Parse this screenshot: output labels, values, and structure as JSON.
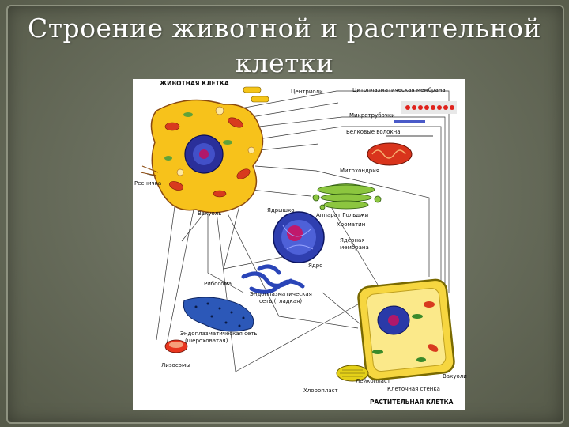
{
  "slide": {
    "title_line1": "Строение животной и растительной",
    "title_line2": "клетки"
  },
  "diagram": {
    "animal_cell": "ЖИВОТНАЯ КЛЕТКА",
    "plant_cell": "РАСТИТЕЛЬНАЯ КЛЕТКА",
    "labels": {
      "centrioles": "Центриоли",
      "cytoplasmic_membrane": "Цитоплазматическая мембрана",
      "microtubules": "Микротрубочки",
      "protein_fibers": "Белковые волокна",
      "mitochondria": "Митохондрия",
      "cilium": "Ресничка",
      "vacuole": "Вакуоль",
      "nucleolus": "Ядрышко",
      "golgi": "Аппарат Гольджи",
      "chromatin": "Хроматин",
      "nuclear_membrane_1": "Ядерная",
      "nuclear_membrane_2": "мембрана",
      "nucleus": "Ядро",
      "ribosome": "Рибосома",
      "smooth_er_1": "Эндоплазматическая",
      "smooth_er_2": "сеть (гладкая)",
      "rough_er_1": "Эндоплазматическая сеть",
      "rough_er_2": "(шероховатая)",
      "lysosomes": "Лизосомы",
      "leucoplast": "Лейкопласт",
      "chloroplast": "Хлоропласт",
      "cell_wall": "Клеточная стенка",
      "vacuoles": "Вакуоли"
    }
  }
}
